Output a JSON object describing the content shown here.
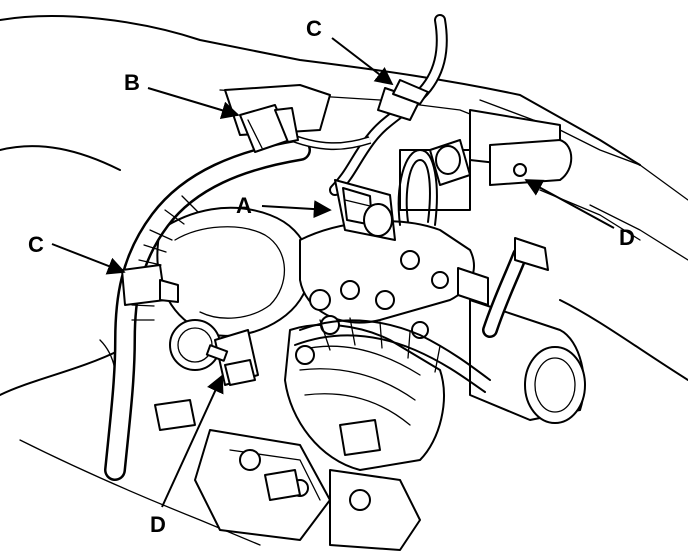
{
  "callouts": {
    "a": "A",
    "b": "B",
    "c_top": "C",
    "c_left": "C",
    "d_right": "D",
    "d_bottom": "D"
  }
}
